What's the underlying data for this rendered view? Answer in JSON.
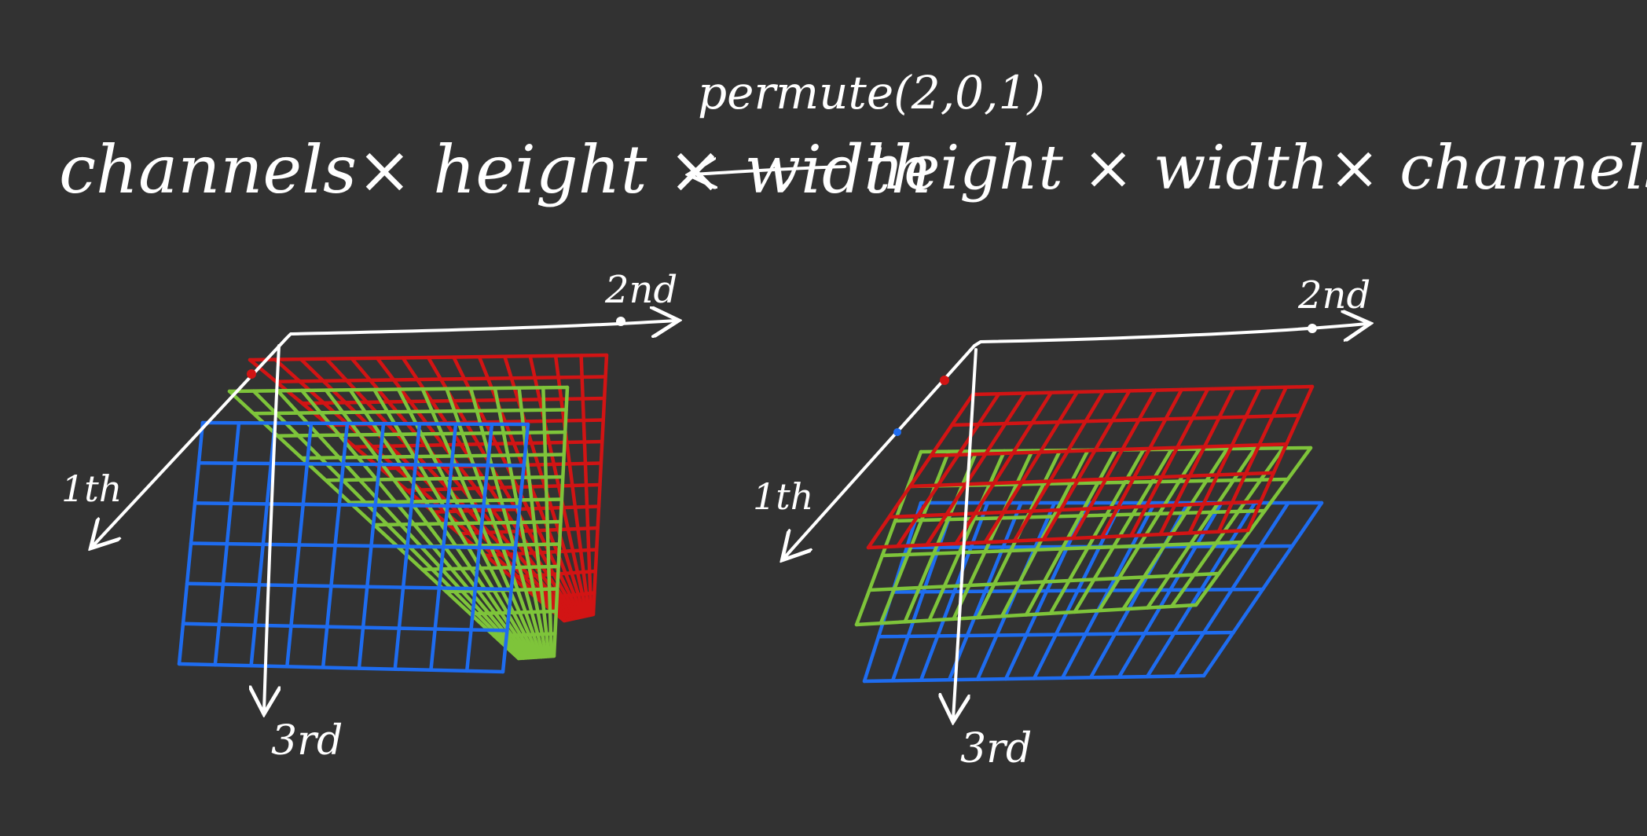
{
  "header": {
    "left_shape": "channels× height × width",
    "right_shape": "height × width× channels",
    "operation": "permute(2,0,1)"
  },
  "diagrams": [
    {
      "arrangement": "stacked-vertical-planes",
      "axis_labels": {
        "first": "1th",
        "second": "2nd",
        "third": "3rd"
      },
      "layers": [
        {
          "channel": "red",
          "color": "#d21414"
        },
        {
          "channel": "green",
          "color": "#7ec43a"
        },
        {
          "channel": "blue",
          "color": "#1e6cf0"
        }
      ]
    },
    {
      "arrangement": "stacked-horizontal-planes",
      "axis_labels": {
        "first": "1th",
        "second": "2nd",
        "third": "3rd"
      },
      "layers": [
        {
          "channel": "red",
          "color": "#d21414"
        },
        {
          "channel": "green",
          "color": "#7ec43a"
        },
        {
          "channel": "blue",
          "color": "#1e6cf0"
        }
      ]
    }
  ],
  "colors": {
    "background": "#323232",
    "chalk": "#ffffff"
  }
}
